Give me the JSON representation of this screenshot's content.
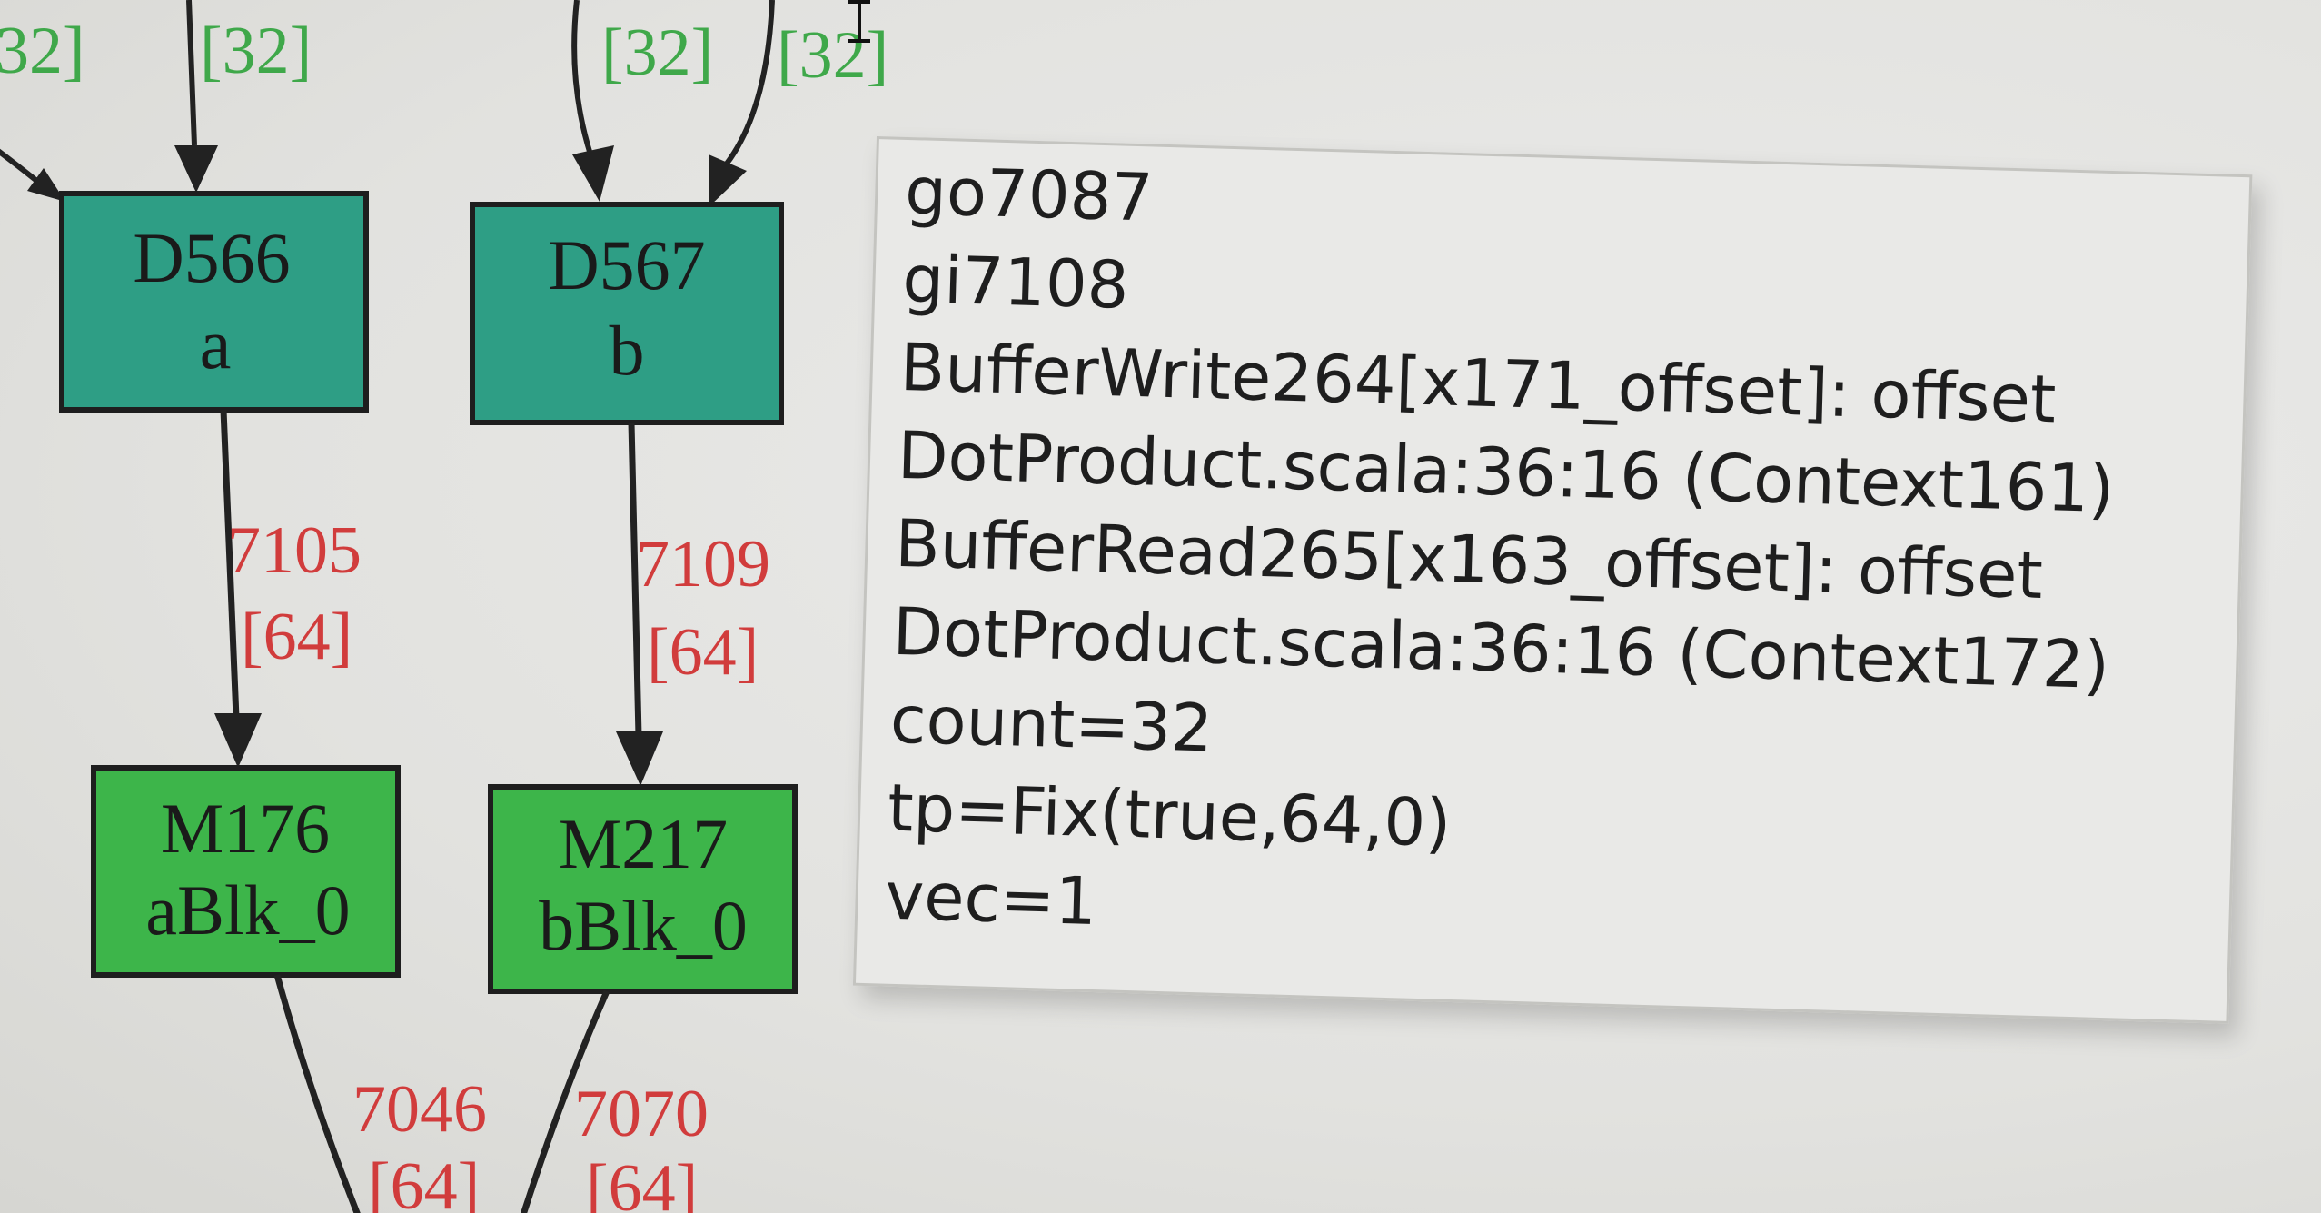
{
  "graph": {
    "nodes": {
      "d566": {
        "title": "D566",
        "subtitle": "a",
        "color": "#2e9e85"
      },
      "d567": {
        "title": "D567",
        "subtitle": "b",
        "color": "#2e9e85"
      },
      "m176": {
        "title": "M176",
        "subtitle": "aBlk_0",
        "color": "#3db54a"
      },
      "m217": {
        "title": "M217",
        "subtitle": "bBlk_0",
        "color": "#3db54a"
      }
    },
    "edges": {
      "top_left_partial": "32]",
      "top_into_d566": "[32]",
      "top_into_d567_a": "[32]",
      "top_into_d567_b": "[32]",
      "d566_to_m176_id": "7105",
      "d566_to_m176_width": "[64]",
      "d567_to_m217_id": "7109",
      "d567_to_m217_width": "[64]",
      "m176_out_id": "7046",
      "m176_out_width": "[64]",
      "m217_out_id": "7070",
      "m217_out_width": "[64]"
    },
    "colors": {
      "edge_label_red": "#d13c3c",
      "edge_label_green": "#3fa84a",
      "edge_stroke": "#222222"
    }
  },
  "tooltip": {
    "lines": [
      "go7087",
      "gi7108",
      "BufferWrite264[x171_offset]: offset",
      "DotProduct.scala:36:16 (Context161)",
      "BufferRead265[x163_offset]: offset",
      "DotProduct.scala:36:16 (Context172)",
      "count=32",
      "tp=Fix(true,64,0)",
      "vec=1"
    ]
  }
}
